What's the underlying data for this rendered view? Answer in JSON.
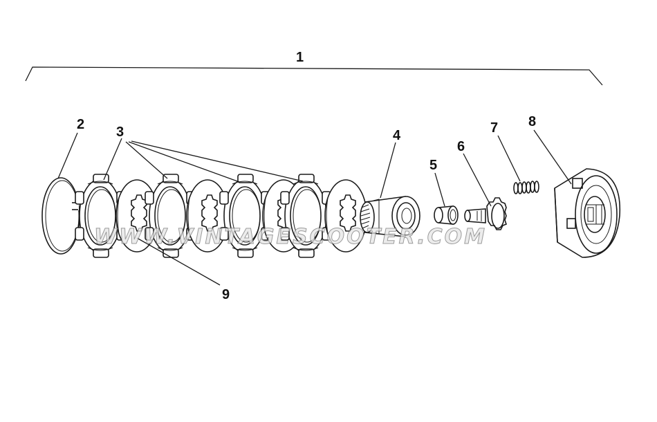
{
  "diagram": {
    "labels": {
      "assembly": "1",
      "circlip": "2",
      "lined_plates": "3",
      "hub": "4",
      "bush": "5",
      "gear": "6",
      "spring": "7",
      "housing": "8",
      "plain_plates": "9"
    },
    "watermark": "WWW.VINTAGESCOOTER.COM"
  }
}
